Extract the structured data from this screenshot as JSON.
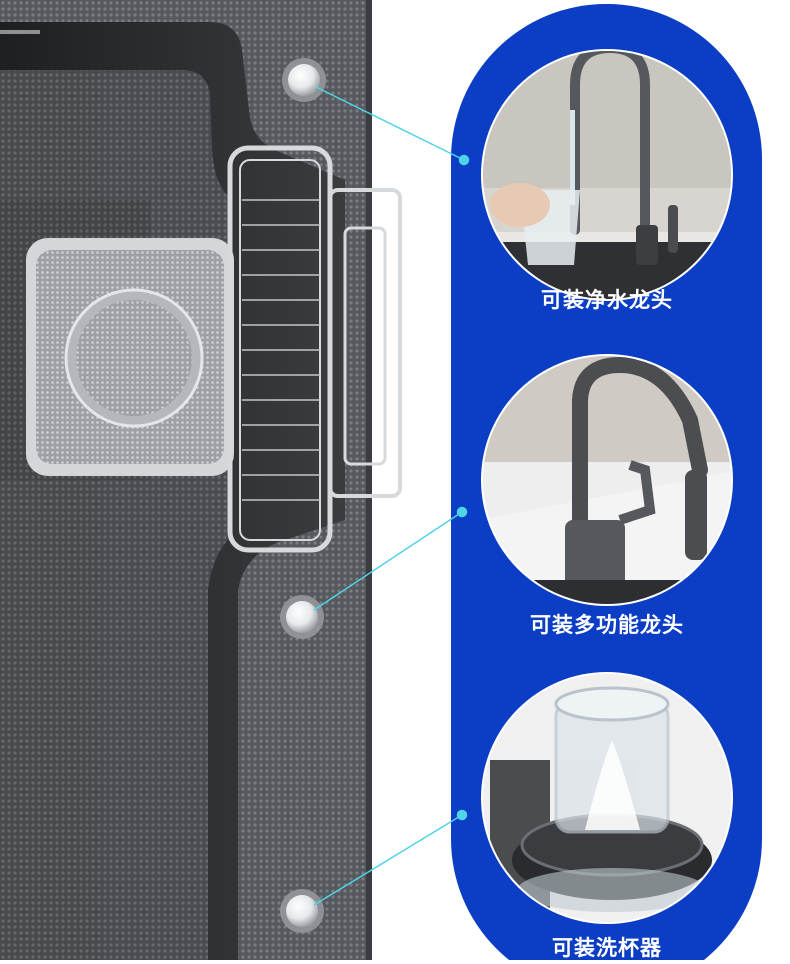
{
  "colors": {
    "panel_blue": "#0b3ec4",
    "connector_cyan": "#4fd3e8",
    "sink_dark": "#2b2c2e",
    "sink_mid": "#6f7276",
    "steel_light": "#c9ccd0"
  },
  "features": [
    {
      "label": "可装净水龙头",
      "icon": "water-purifier-faucet-photo"
    },
    {
      "label": "可装多功能龙头",
      "icon": "multifunction-faucet-photo"
    },
    {
      "label": "可装洗杯器",
      "icon": "cup-washer-photo"
    }
  ]
}
